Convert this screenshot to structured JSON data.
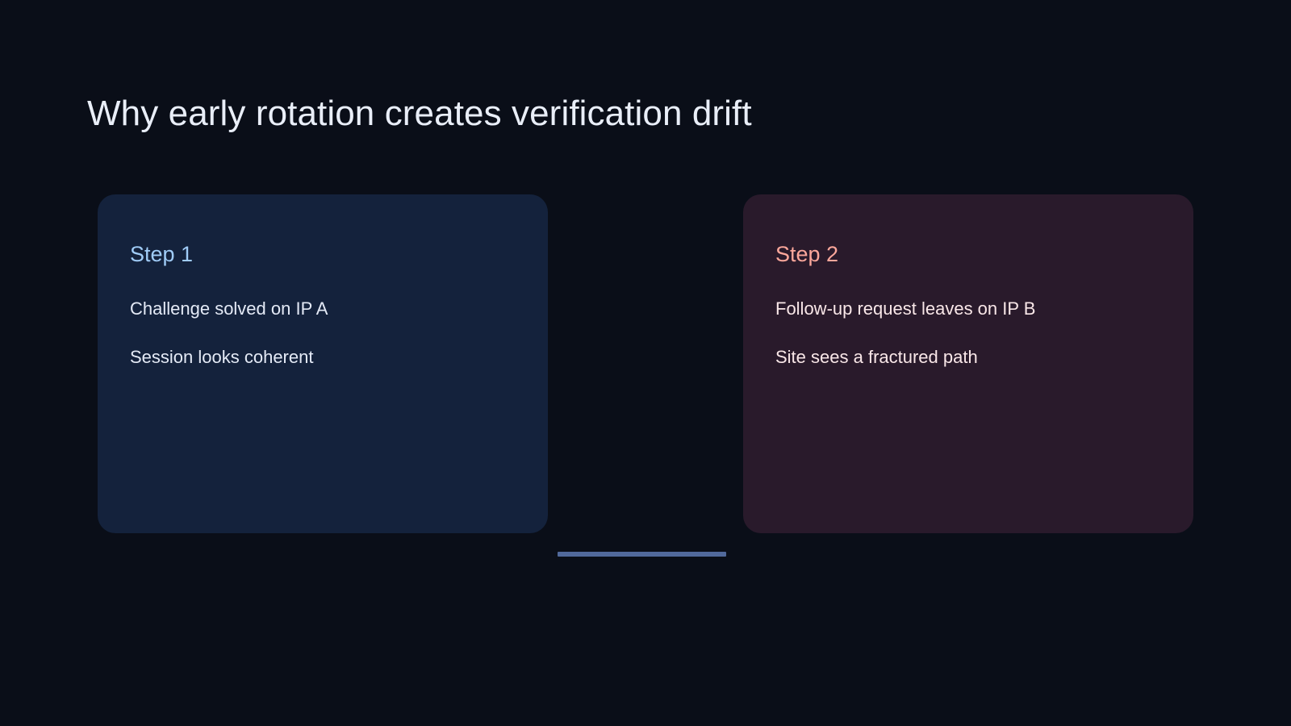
{
  "slide": {
    "title": "Why early rotation creates verification drift",
    "background_color": "#0a0e18",
    "title_color": "#e9eef8"
  },
  "connector": {
    "name": "step-connector",
    "color": "#51699b"
  },
  "steps": [
    {
      "heading": "Step 1",
      "heading_color": "#a0ccf7",
      "card_color": "#14223c",
      "bullets": [
        "Challenge solved on IP A",
        "Session looks coherent"
      ]
    },
    {
      "heading": "Step 2",
      "heading_color": "#fba79b",
      "card_color": "#291a2b",
      "bullets": [
        "Follow-up request leaves on IP B",
        "Site sees a fractured path"
      ]
    }
  ]
}
